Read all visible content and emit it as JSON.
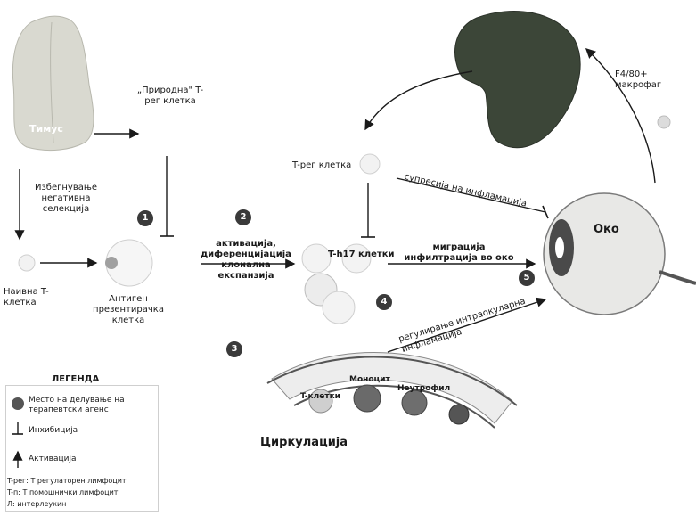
{
  "labels": {
    "thymus": "Тимус",
    "natural_treg": "„Природна\" T-рег клетка",
    "avoid_selection": "Избегнување негативна селекција",
    "naive": "Наивна T-клетка",
    "apc": "Антиген презентирачка клетка",
    "activation": "активација, диференцијација клонална експанзија",
    "treg_top": "T-рег клетка",
    "th17": "T-h17 клетки",
    "suppression": "супресија на инфламација",
    "migration": "миграција инфилтрација во око",
    "regulation": "регулирање интраокуларна инфламација",
    "eye": "Око",
    "macrophage": "F4/80+ макрофаг",
    "circulation": "Циркулација",
    "tcell": "T-клетки",
    "monocyte": "Моноцит",
    "neutrophil": "Неутрофил"
  },
  "markers": [
    "1",
    "2",
    "3",
    "4",
    "5"
  ],
  "legend": {
    "title": "ЛЕГЕНДА",
    "target": "Место на делување на терапевтски агенс",
    "inhibition": "Инхибиција",
    "activation": "Активација",
    "abbr1": "T-рег: T регулаторен лимфоцит",
    "abbr2": "T-п: T помошнички лимфоцит",
    "abbr3": "Л: интерлеукин"
  },
  "colors": {
    "ink": "#1a1a1a",
    "marker": "#3a3a3a",
    "thymus": "#d9d9d0",
    "spleen": "#3c4638",
    "eye": "#e8e8e6",
    "vessel": "#e6e6e6"
  }
}
